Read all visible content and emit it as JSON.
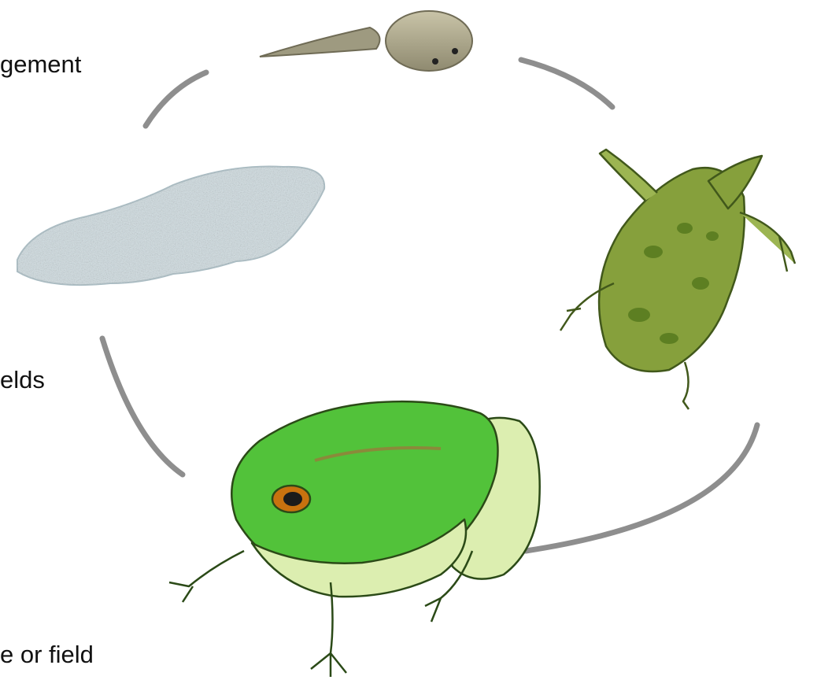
{
  "text_fragments": [
    "gement",
    "elds",
    "e or field"
  ],
  "colors": {
    "cycle_arc": "#8e8e8e",
    "tadpole": "#a9a48a",
    "tadpole_dark": "#6f6b55",
    "froglet": "#86a03c",
    "froglet_spots": "#5d7f22",
    "frog_green": "#52c23a",
    "frog_light": "#dceeb0",
    "frog_outline": "#2b4a17",
    "eye": "#c8720f",
    "spawn": "#cfdde2"
  },
  "icons": {
    "stage_tadpole": "tadpole-illustration",
    "stage_froglet": "froglet-illustration",
    "stage_adult": "adult-frog-illustration",
    "stage_spawn": "frogspawn-illustration"
  }
}
